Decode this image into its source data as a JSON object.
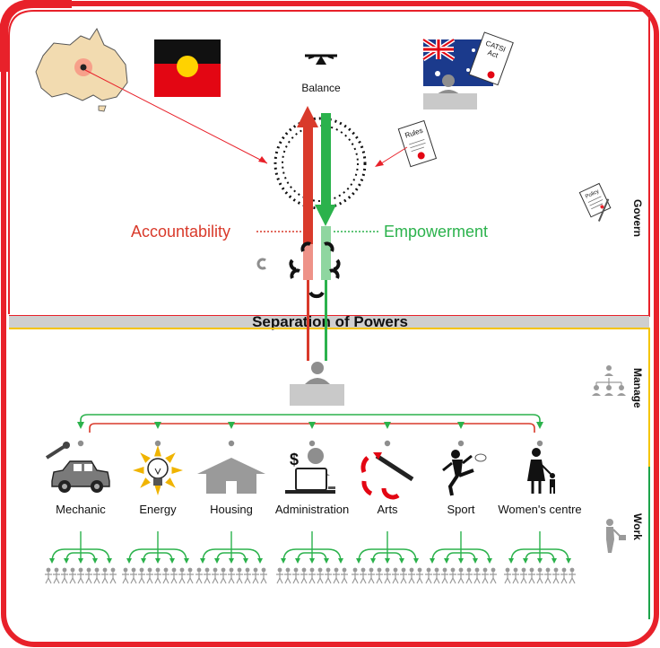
{
  "diagram": {
    "balance_label": "Balance",
    "accountability_label": "Accountability",
    "empowerment_label": "Empowerment",
    "separation_label": "Separation of Powers",
    "act_card": [
      "CATSI",
      "Act"
    ],
    "rules_card": "Rules",
    "policy_card": "Policy",
    "side_labels": {
      "govern": "Govern",
      "manage": "Manage",
      "work": "Work"
    },
    "departments": [
      {
        "label": "Mechanic",
        "icon": "car-icon"
      },
      {
        "label": "Energy",
        "icon": "light-bulb-icon"
      },
      {
        "label": "Housing",
        "icon": "house-icon"
      },
      {
        "label": "Administration",
        "icon": "computer-desk-icon"
      },
      {
        "label": "Arts",
        "icon": "paintbrush-icon"
      },
      {
        "label": "Sport",
        "icon": "soccer-player-icon"
      },
      {
        "label": "Women's centre",
        "icon": "mother-child-icon"
      }
    ],
    "colors": {
      "govern": "#e8212a",
      "manage": "#f5c400",
      "work": "#1ca34a",
      "accountability": "#d93a2b",
      "empowerment": "#2bb24c",
      "separation_band": "#cfcfcf",
      "person_grey": "#8e8e8e"
    }
  }
}
